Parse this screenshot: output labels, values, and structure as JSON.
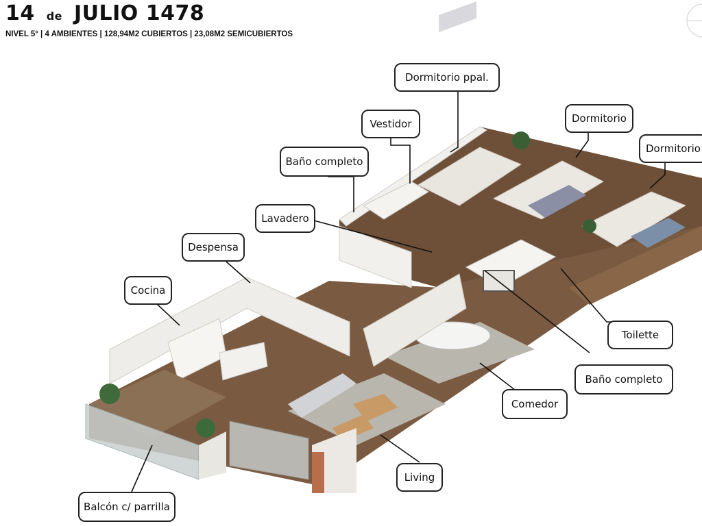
{
  "header": {
    "title_number": "14",
    "title_connector": "de",
    "title_street": "JULIO 1478",
    "subtitle": "NIVEL 5° | 4 AMBIENTES | 128,94M2 CUBIERTOS | 23,08M2 SEMICUBIERTOS"
  },
  "labels": {
    "dormitorio_ppal": "Dormitorio ppal.",
    "vestidor": "Vestidor",
    "dormitorio_1": "Dormitorio",
    "dormitorio_2": "Dormitorio",
    "bano_completo_1": "Baño completo",
    "lavadero": "Lavadero",
    "despensa": "Despensa",
    "cocina": "Cocina",
    "toilette": "Toilette",
    "bano_completo_2": "Baño completo",
    "comedor": "Comedor",
    "living": "Living",
    "balcon": "Balcón c/ parrilla"
  },
  "colors": {
    "wall": "#f2f0ec",
    "floor_wood": "#7a5a40",
    "rug": "#b9b6ad",
    "balcony_glass": "#c9cfcf",
    "label_border": "#222222"
  }
}
